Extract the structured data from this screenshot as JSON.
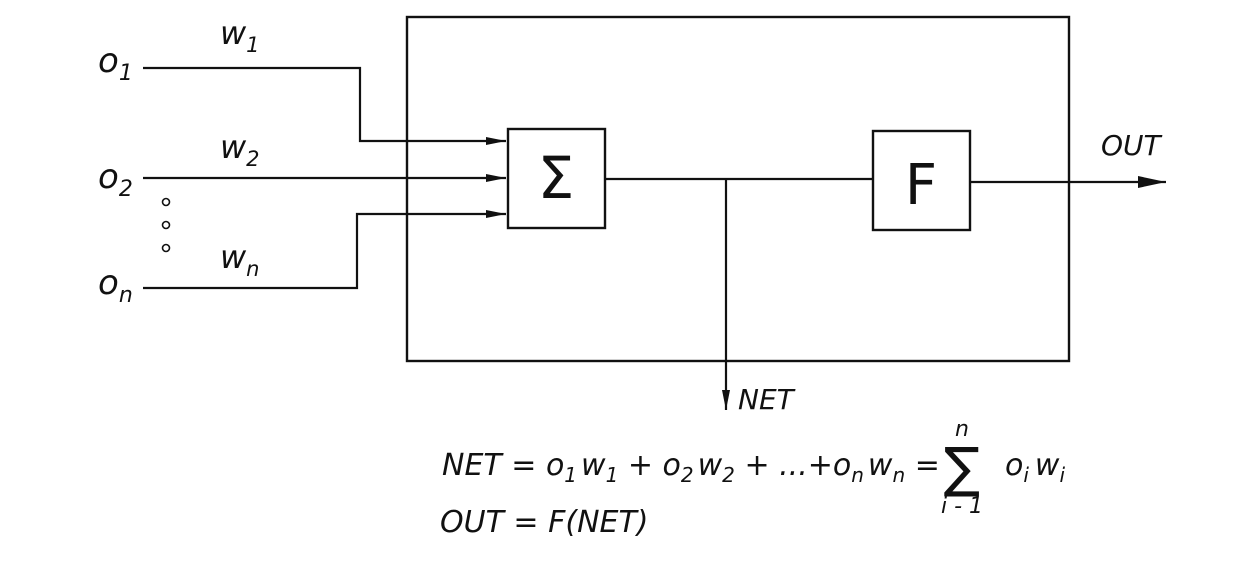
{
  "inputs": [
    {
      "o_base": "o",
      "o_sub": "1",
      "w_base": "w",
      "w_sub": "1"
    },
    {
      "o_base": "o",
      "o_sub": "2",
      "w_base": "w",
      "w_sub": "2"
    },
    {
      "o_base": "o",
      "o_sub": "n",
      "w_base": "w",
      "w_sub": "n"
    }
  ],
  "blocks": {
    "summation": "Σ",
    "activation": "F"
  },
  "outputs": {
    "out_label": "OUT",
    "net_label": "NET"
  },
  "equations": {
    "net_lhs": "NET = ",
    "t1_o": "o",
    "t1_os": "1",
    "t1_w": "w",
    "t1_ws": "1",
    "plus1": " + ",
    "t2_o": "o",
    "t2_os": "2",
    "t2_w": "w",
    "t2_ws": "2",
    "plus2": " + ",
    "ellipsis": "...",
    "plus3": "+",
    "tn_o": "o",
    "tn_os": "n",
    "tn_w": "w",
    "tn_ws": "n",
    "equals2": " = ",
    "sum_symbol": "∑",
    "sum_upper": "n",
    "sum_lower": "i - 1",
    "sum_o": "o",
    "sum_os": "i",
    "sum_w": "w",
    "sum_ws": "i",
    "out_eq": "OUT = F(NET)"
  }
}
